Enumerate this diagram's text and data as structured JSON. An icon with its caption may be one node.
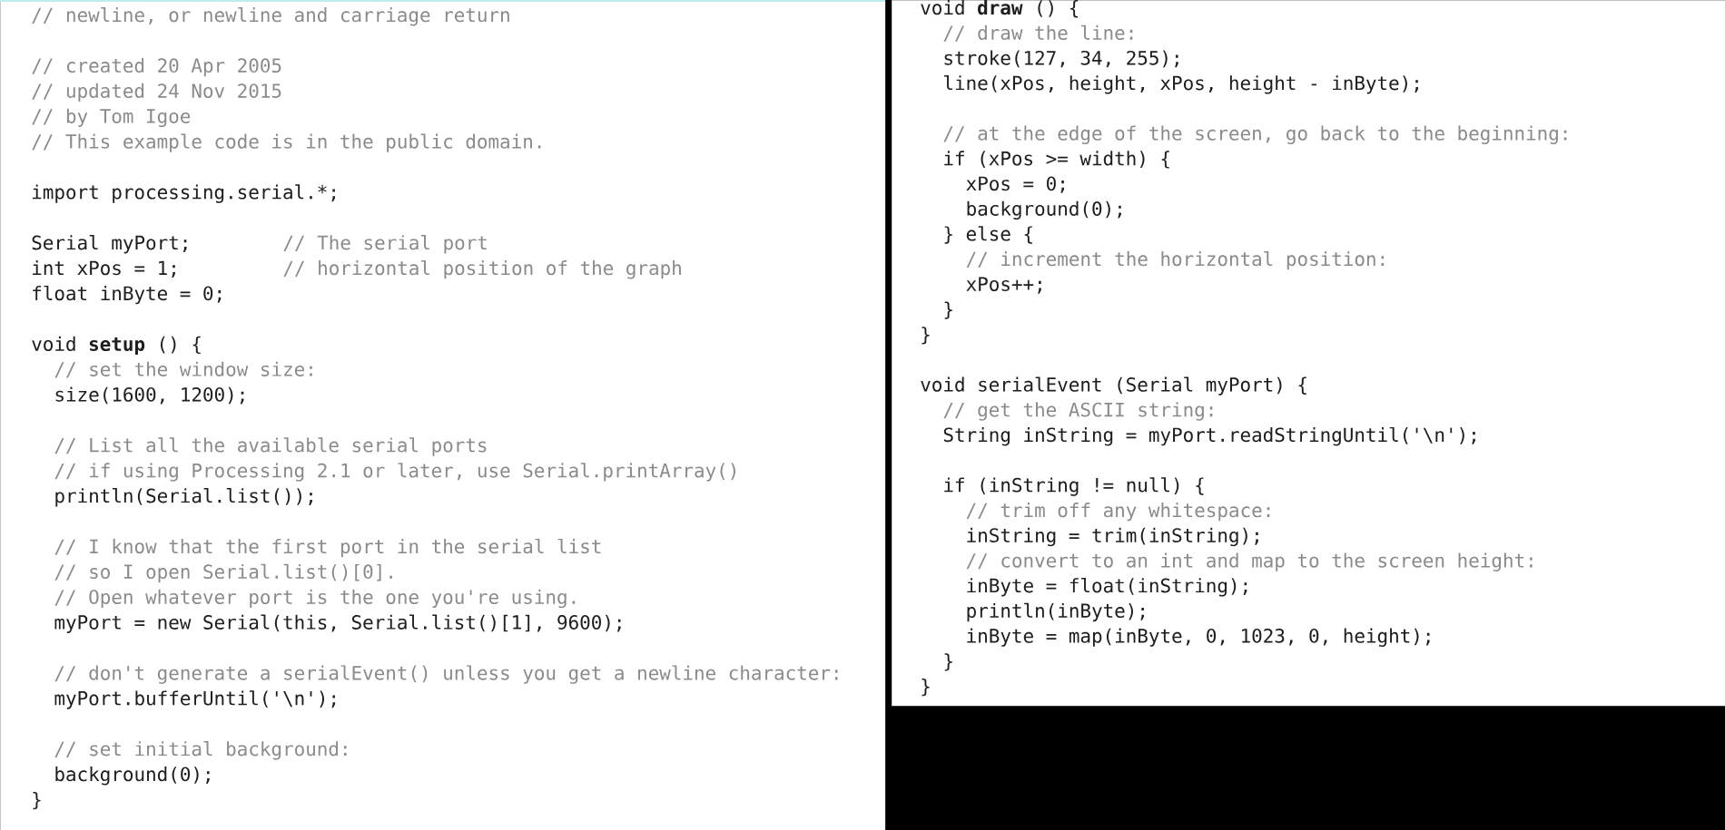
{
  "diagram": {
    "nodes": [
      {
        "text": [
          "// newline, or newline and carriage return",
          "// created 20 Apr 2005",
          "// updated 24 Nov 2015",
          "// by Tom Igoe",
          "// This example code is in the public domain.",
          "import processing.serial.*;",
          "Serial myPort;",
          "// The serial port",
          "int xPos = 1;",
          "// horizontal position of the graph",
          "float inByte = 0;",
          "void **setup** () {",
          "// set the window size:",
          "size(1600, 1200);",
          "// List all the available serial ports",
          "// if using Processing 2.1 or later, use Serial.printArray()",
          "println(Serial.list());",
          "// I know that the first port in the serial list",
          "// so I open Serial.list()[0].",
          "// Open whatever port is the one you're using.",
          "myPort = new Serial(this, Serial.list()[1], 9600);",
          "// don't generate a serialEvent() unless you get a newline character:",
          "myPort.bufferUntil('\\n');",
          "// set initial background:",
          "background(0);",
          "}"
        ]
      },
      {
        "text": [
          "void **draw** () {",
          "// draw the line:",
          "stroke(127, 34, 255);",
          "line(xPos, height, xPos, height - inByte);",
          "// at the edge of the screen, go back to the beginning:",
          "if (xPos >= width) {",
          "xPos = 0;",
          "background(0);",
          "} else {",
          "// increment the horizontal position:",
          "xPos++;",
          "}",
          "}",
          "void serialEvent (Serial myPort) {",
          "// get the ASCII string:",
          "String inString = myPort.readStringUntil('\\n');",
          "if (inString != null) {",
          "// trim off any whitespace:",
          "inString = trim(inString);",
          "// convert to an int and map to the screen height:",
          "inByte = float(inString);",
          "println(inByte);",
          "inByte = map(inByte, 0, 1023, 0, height);",
          "}",
          "}"
        ]
      }
    ]
  }
}
